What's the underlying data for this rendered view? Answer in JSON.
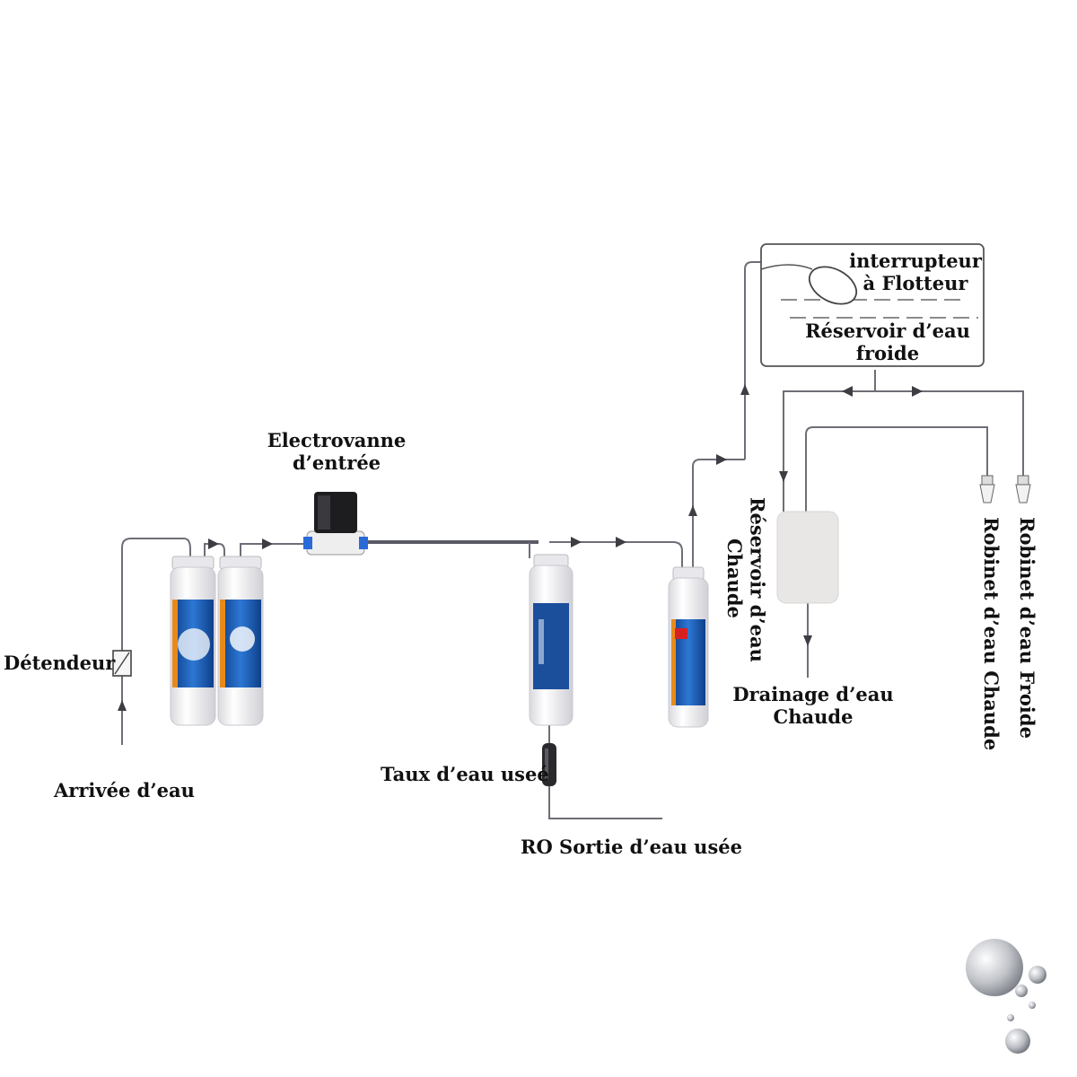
{
  "labels": {
    "float_switch_line1": "interrupteur",
    "float_switch_line2": "à Flotteur",
    "cold_tank_line1": "Réservoir d’eau",
    "cold_tank_line2": "froide",
    "solenoid_line1": "Electrovanne",
    "solenoid_line2": "d’entrée",
    "pressure_reducer": "Détendeur",
    "water_inlet": "Arrivée d’eau",
    "waste_ratio": "Taux d’eau useé",
    "ro_waste_outlet": "RO Sortie d’eau usée",
    "hot_drain_line1": "Drainage d’eau",
    "hot_drain_line2": "Chaude",
    "hot_tank_line1": "Réservoir d’eau",
    "hot_tank_line2": "Chaude",
    "hot_tap": "Robinet d’eau Chaude",
    "cold_tap": "Robinet d’eau Froide"
  },
  "colors": {
    "pipe": "#6e6e78",
    "tank_outline": "#555555",
    "cartridge_body": "#f4f4f6",
    "label_blue": "#1a5bb8",
    "label_orange": "#e88a1a",
    "heater": "#e9e7e5",
    "text": "#111111"
  }
}
